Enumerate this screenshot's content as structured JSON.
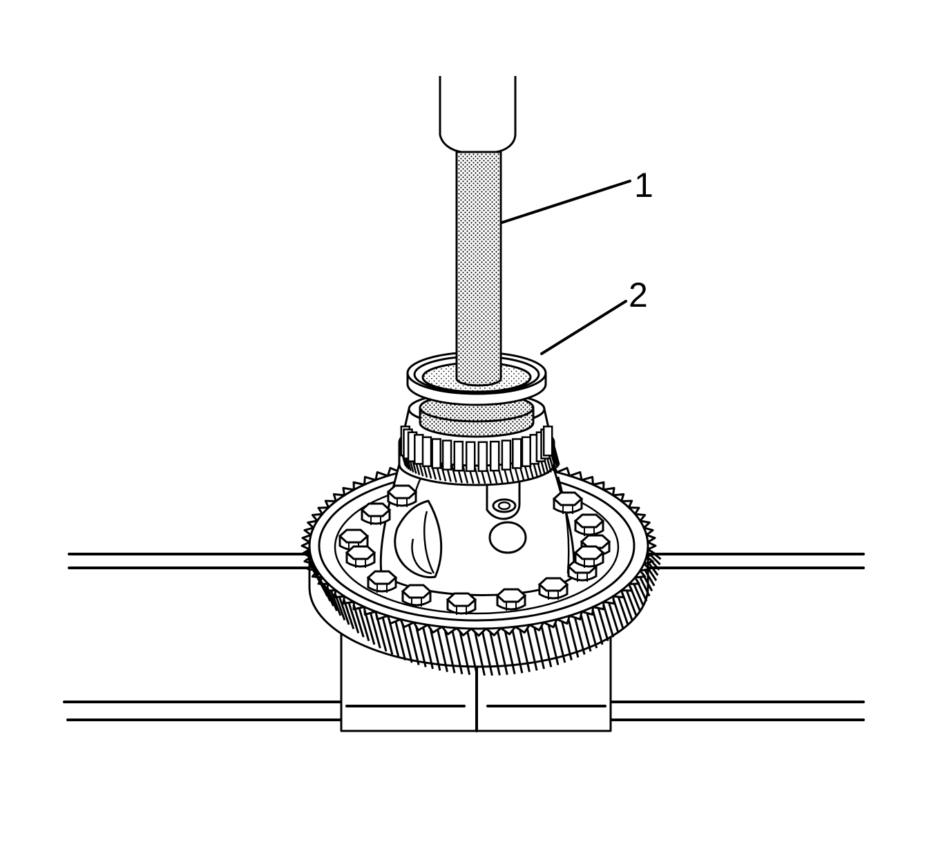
{
  "diagram": {
    "callouts": [
      {
        "number": "1",
        "part": "installer-driver"
      },
      {
        "number": "2",
        "part": "bearing-race"
      }
    ],
    "colors": {
      "line": "#000000",
      "background": "#ffffff",
      "stipple": "#000000"
    },
    "gear_teeth": 72,
    "case_bolts": 14
  }
}
